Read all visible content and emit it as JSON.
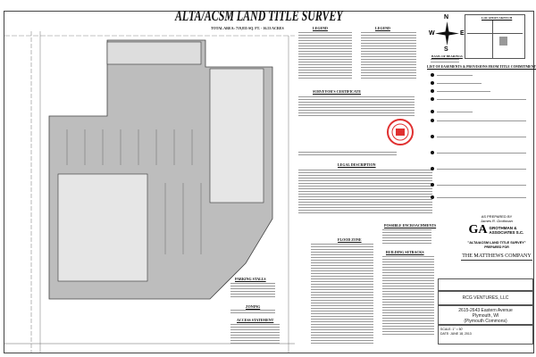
{
  "title": "ALTA/ACSM LAND TITLE SURVEY",
  "subtitle": "TOTAL AREA: 719,835 SQ. FT. - 16.53 ACRES",
  "headings": {
    "legend": "LEGEND",
    "legend2": "LEGEND",
    "location_sketch": "LOCATION SKETCH",
    "basis_of_bearings": "BASIS OF BEARINGS",
    "easements": "LIST OF EASEMENTS & PROVISIONS FROM TITLE COMMITMENT",
    "surveyor_certificate": "SURVEYOR'S CERTIFICATE",
    "legal_description": "LEGAL DESCRIPTION",
    "flood_zone": "FLOOD ZONE",
    "parking_stalls": "PARKING STALLS",
    "zoning": "ZONING",
    "access_statement": "ACCESS STATEMENT",
    "possible_encroachments": "POSSIBLE ENCROACHMENTS",
    "building_setbacks": "BUILDING SETBACKS"
  },
  "compass": {
    "n": "N",
    "s": "S",
    "e": "E",
    "w": "W"
  },
  "title_block": {
    "prepared_by": "AS PREPARED BY",
    "surveyor_name": "James R. Grothman",
    "firm_initials": "GA",
    "firm_name": "GROTHMAN & ASSOCIATES S.C.",
    "survey_type": "\"ALTA/ACSM LAND TITLE SURVEY\"",
    "prepared_for": "PREPARED FOR",
    "company": "THE MATTHEWS COMPANY",
    "client": "RCG VENTURES, LLC",
    "address": "2615-2643 Eastern Avenue",
    "city": "Plymouth, WI",
    "project": "(Plymouth Commons)",
    "scale": "SCALE: 1\" = 50'",
    "date": "DATE: JUNE 18, 2013"
  },
  "colors": {
    "lot": "#b8b8b8",
    "seal": "#e03030"
  }
}
